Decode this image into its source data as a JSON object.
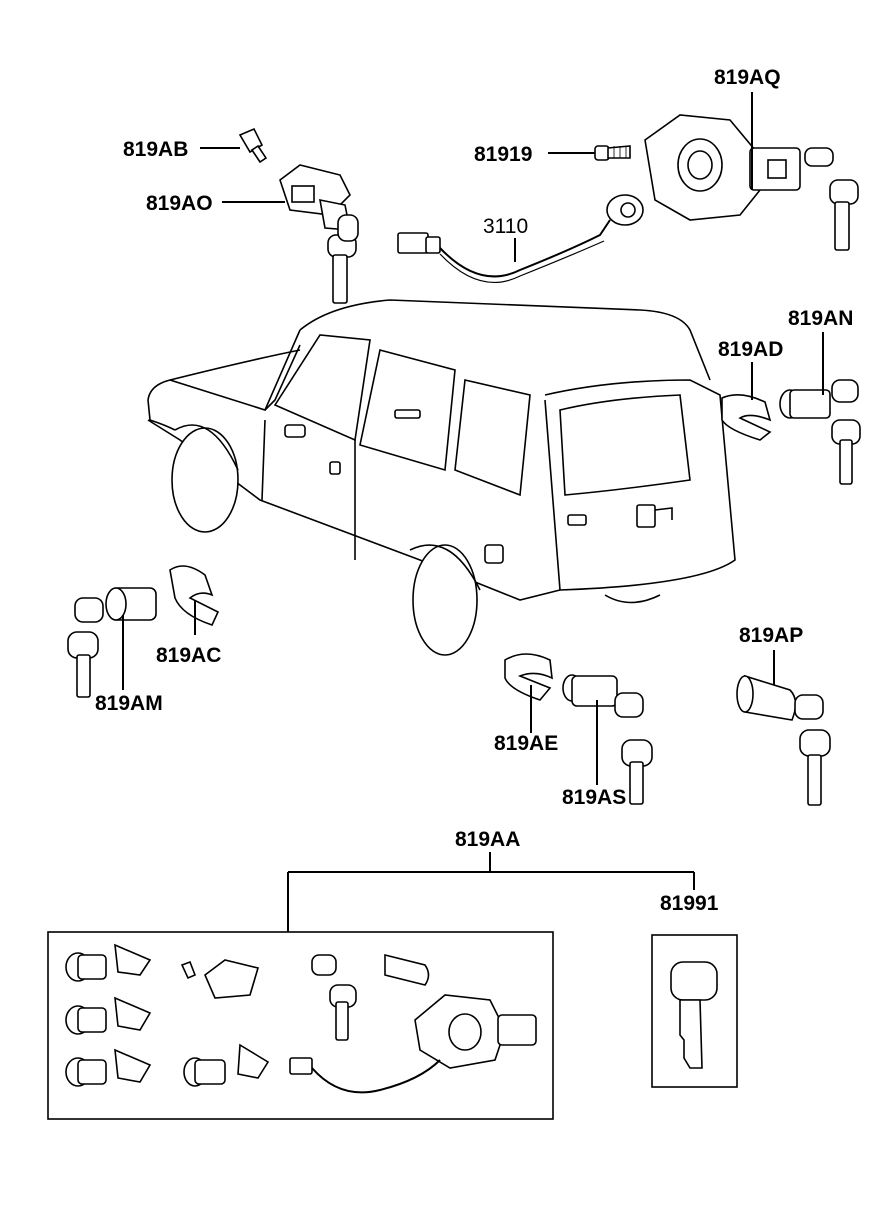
{
  "callouts": {
    "c819AQ": "819AQ",
    "c819AB": "819AB",
    "c81919": "81919",
    "c819AO": "819AO",
    "c3110": "3110",
    "c819AN": "819AN",
    "c819AD": "819AD",
    "c819AC": "819AC",
    "c819AM": "819AM",
    "c819AP": "819AP",
    "c819AE": "819AE",
    "c819AS": "819AS",
    "c819AA": "819AA",
    "c81991": "81991"
  }
}
